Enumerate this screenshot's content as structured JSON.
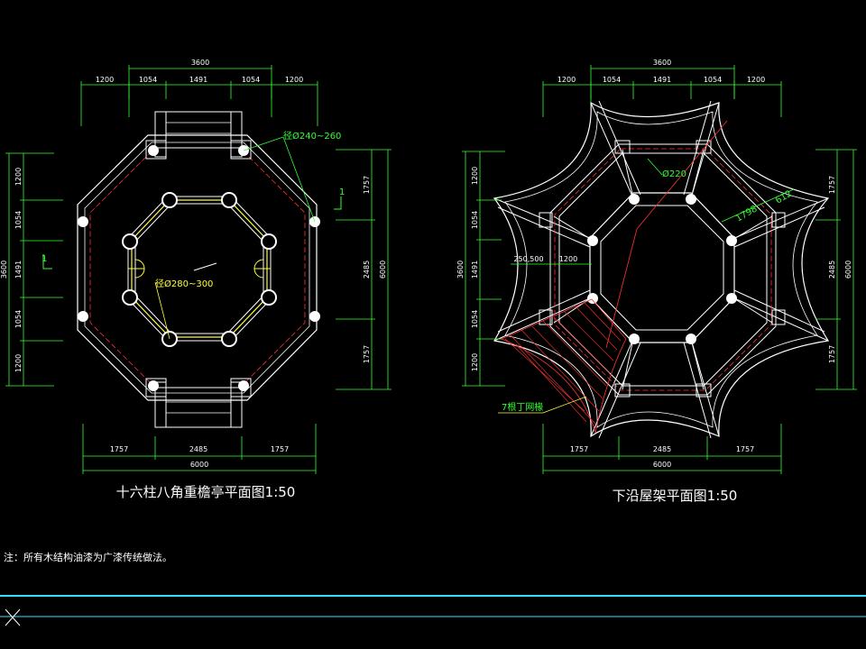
{
  "left_plan": {
    "title": "十六柱八角重檐亭平面图1:50",
    "top_total": "3600",
    "top_segments": [
      "1200",
      "1054",
      "1491",
      "1054",
      "1200"
    ],
    "left_segments": [
      "1200",
      "1054",
      "1491",
      "1054",
      "1200"
    ],
    "left_total": "3600",
    "right_segments": [
      "1757",
      "2485",
      "1757"
    ],
    "right_total": "6000",
    "bottom_segments": [
      "1757",
      "2485",
      "1757"
    ],
    "bottom_total": "6000",
    "callout_outer": "径Ø240~260",
    "callout_inner": "径Ø280~300",
    "section_mark_right": "1",
    "section_mark_left": "1"
  },
  "right_plan": {
    "title": "下沿屋架平面图1:50",
    "top_total": "3600",
    "top_segments": [
      "1200",
      "1054",
      "1491",
      "1054",
      "1200"
    ],
    "left_segments": [
      "1200",
      "1054",
      "1491",
      "1054",
      "1200"
    ],
    "left_total": "3600",
    "right_segments": [
      "1757",
      "2485",
      "1757"
    ],
    "right_total": "6000",
    "bottom_segments": [
      "1757",
      "2485",
      "1757"
    ],
    "bottom_total": "6000",
    "callout_post": "Ø220",
    "dim_eave": "612",
    "dim_diag": "1798",
    "dim_inner_left": "250,500",
    "dim_inner_mid": "1200",
    "callout_rafter": "7根丁网椽"
  },
  "note": "注：所有木结构油漆为广漆传统做法。",
  "colors": {
    "background": "#000000",
    "dimension": "#33ff33",
    "structure": "#ffffff",
    "centerline": "#ff3333",
    "callout_yellow": "#ffff33",
    "border_cyan": "#33e0ff"
  }
}
